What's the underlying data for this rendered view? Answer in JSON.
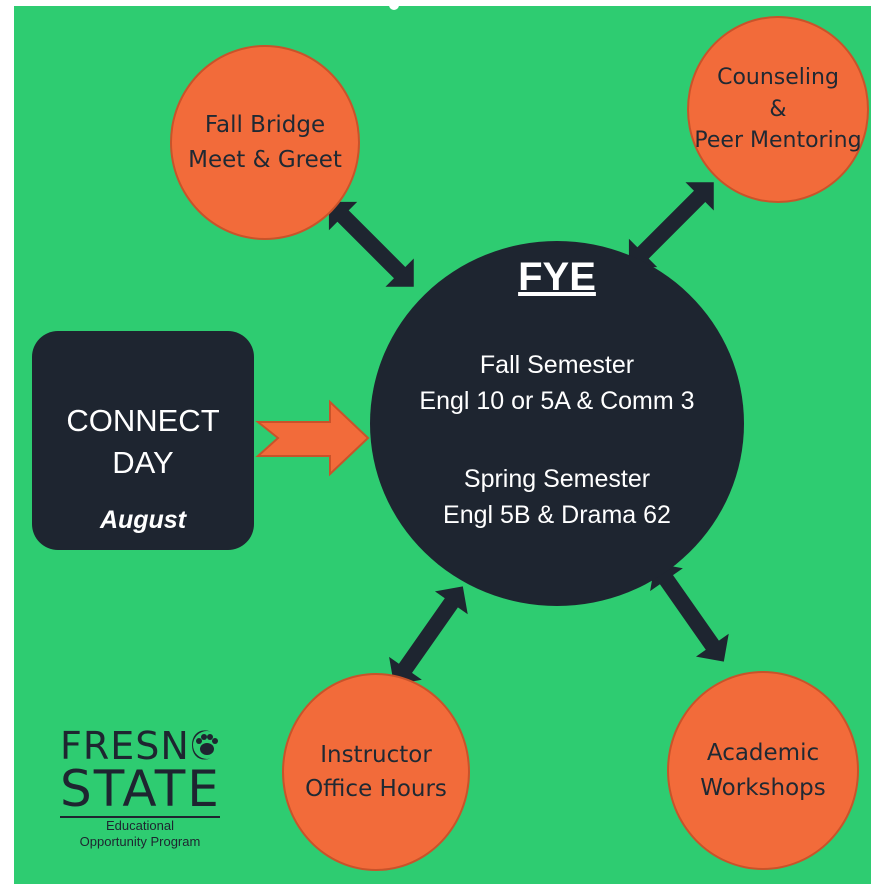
{
  "hub": {
    "title": "FYE",
    "fall": {
      "line1": "Fall Semester",
      "line2": "Engl 10 or 5A & Comm 3"
    },
    "spring": {
      "line1": "Spring Semester",
      "line2": "Engl 5B & Drama 62"
    }
  },
  "connect": {
    "line1": "CONNECT",
    "line2": "DAY",
    "month": "August"
  },
  "nodes": {
    "fall_bridge": {
      "line1": "Fall Bridge",
      "line2": "Meet & Greet"
    },
    "counseling": {
      "line1": "Counseling",
      "line2": "&",
      "line3": "Peer Mentoring"
    },
    "instructor": {
      "line1": "Instructor",
      "line2": "Office Hours"
    },
    "academic": {
      "line1": "Academic",
      "line2": "Workshops"
    }
  },
  "logo": {
    "word1": "FRESNO",
    "word2": "STATE",
    "sub1": "Educational",
    "sub2": "Opportunity Program"
  },
  "colors": {
    "background": "#2ecc71",
    "hub": "#1e2530",
    "node": "#f26b3a",
    "arrow": "#1e2530",
    "connect_arrow": "#f26b3a"
  }
}
